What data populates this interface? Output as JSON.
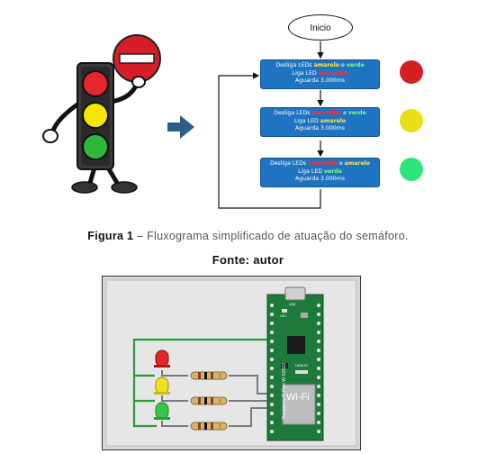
{
  "flowchart": {
    "start": "Inicio",
    "step1": {
      "l1a": "Desliga LEDs ",
      "l1b": "amarelo",
      "l1c": " e ",
      "l1d": "verde",
      "l2a": "Liga LED ",
      "l2b": "vermelho",
      "l3": "Aguarda 3.000ms"
    },
    "step2": {
      "l1a": "Desliga LEDs ",
      "l1b": "vermelho",
      "l1c": " e ",
      "l1d": "verde",
      "l2a": "Liga LED ",
      "l2b": "amarelo",
      "l3": "Aguarda 3.000ms"
    },
    "step3": {
      "l1a": "Desliga LEDs ",
      "l1b": "vermelho",
      "l1c": " e ",
      "l1d": "amarelo",
      "l2a": "Liga LED ",
      "l2b": "verde",
      "l3": "Aguarda 3.000ms"
    }
  },
  "caption": {
    "label": "Figura 1",
    "text": " – Fluxograma simplificado de atuação do semáforo."
  },
  "source": "Fonte: autor",
  "board": {
    "label": "Raspberry Pi Pico W ©2022",
    "wifi": "Wi-Fi",
    "debug": "DEBUG",
    "led": "LED",
    "usb": "USB"
  },
  "colors": {
    "red": "#d42020",
    "yellow": "#e8df1a",
    "green": "#2ee57a",
    "box": "#1f74c2",
    "pcb": "#1e7a3a"
  }
}
